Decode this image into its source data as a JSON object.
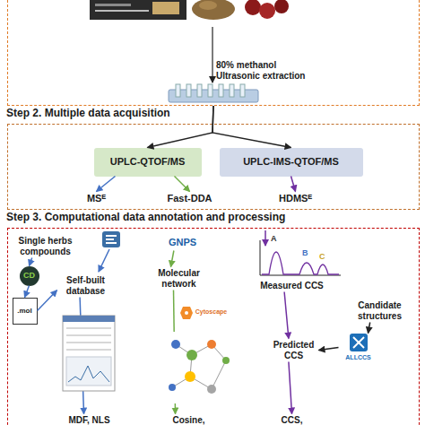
{
  "diagram": {
    "nodes": [
      {
        "text": [
          "80% methanol Ultrasonic extraction"
        ]
      },
      {
        "text": [
          "Step 2. Multiple data acquisition"
        ]
      },
      {
        "text": [
          "UPLC-QTOF/MS"
        ],
        "in": 1
      },
      {
        "text": [
          "UPLC-IMS-QTOF/MS"
        ],
        "in": 1
      },
      {
        "text": [
          "MSᴱ"
        ],
        "in": 1
      },
      {
        "text": [
          "Fast-DDA"
        ],
        "in": 1
      },
      {
        "text": [
          "HDMSᴱ"
        ],
        "in": 1
      },
      {
        "text": [
          "Step 3. Computational data annotation and processing"
        ]
      },
      {
        "text": [
          "Single herbs compounds"
        ],
        "in": 7
      },
      {
        "text": [
          "CD"
        ],
        "in": 7
      },
      {
        "text": [
          ".mol"
        ],
        "in": 7
      },
      {
        "text": [
          "Self-built database"
        ],
        "in": 7
      },
      {
        "text": [
          "GNPS"
        ],
        "in": 7
      },
      {
        "text": [
          "Molecular network"
        ],
        "in": 7
      },
      {
        "text": [
          "Cytoscape"
        ],
        "in": 7
      },
      {
        "text": [
          "Measured CCS"
        ],
        "in": 7
      },
      {
        "text": [
          "Candidate structures"
        ],
        "in": 7
      },
      {
        "text": [
          "ALLCCS"
        ],
        "in": 7
      },
      {
        "text": [
          "Predicted CCS"
        ],
        "in": 7
      },
      {
        "text": [
          "MDF, NLS"
        ],
        "in": 7
      },
      {
        "text": [
          "Cosine,"
        ],
        "in": 7
      },
      {
        "text": [
          "CCS,"
        ],
        "in": 7
      }
    ],
    "edges": [
      {
        "from": 0,
        "to": 2,
        "arrow": "to"
      },
      {
        "from": 0,
        "to": 3,
        "arrow": "to"
      },
      {
        "from": 2,
        "to": 4,
        "arrow": "to"
      },
      {
        "from": 2,
        "to": 5,
        "arrow": "to"
      },
      {
        "from": 3,
        "to": 6,
        "arrow": "to"
      },
      {
        "from": 8,
        "to": 9,
        "arrow": "to"
      },
      {
        "from": 9,
        "to": 10,
        "arrow": "to"
      },
      {
        "from": 10,
        "to": 11,
        "arrow": "to"
      },
      {
        "from": 11,
        "to": 19,
        "arrow": "to"
      },
      {
        "from": 12,
        "to": 13,
        "arrow": "to"
      },
      {
        "from": 13,
        "to": 20,
        "arrow": "to"
      },
      {
        "from": 15,
        "to": 18,
        "arrow": "to"
      },
      {
        "from": 16,
        "to": 17,
        "arrow": "to"
      },
      {
        "from": 17,
        "to": 18,
        "arrow": "to"
      },
      {
        "from": 18,
        "to": 21,
        "arrow": "to"
      }
    ],
    "labels": [
      "A",
      "B",
      "C"
    ]
  }
}
